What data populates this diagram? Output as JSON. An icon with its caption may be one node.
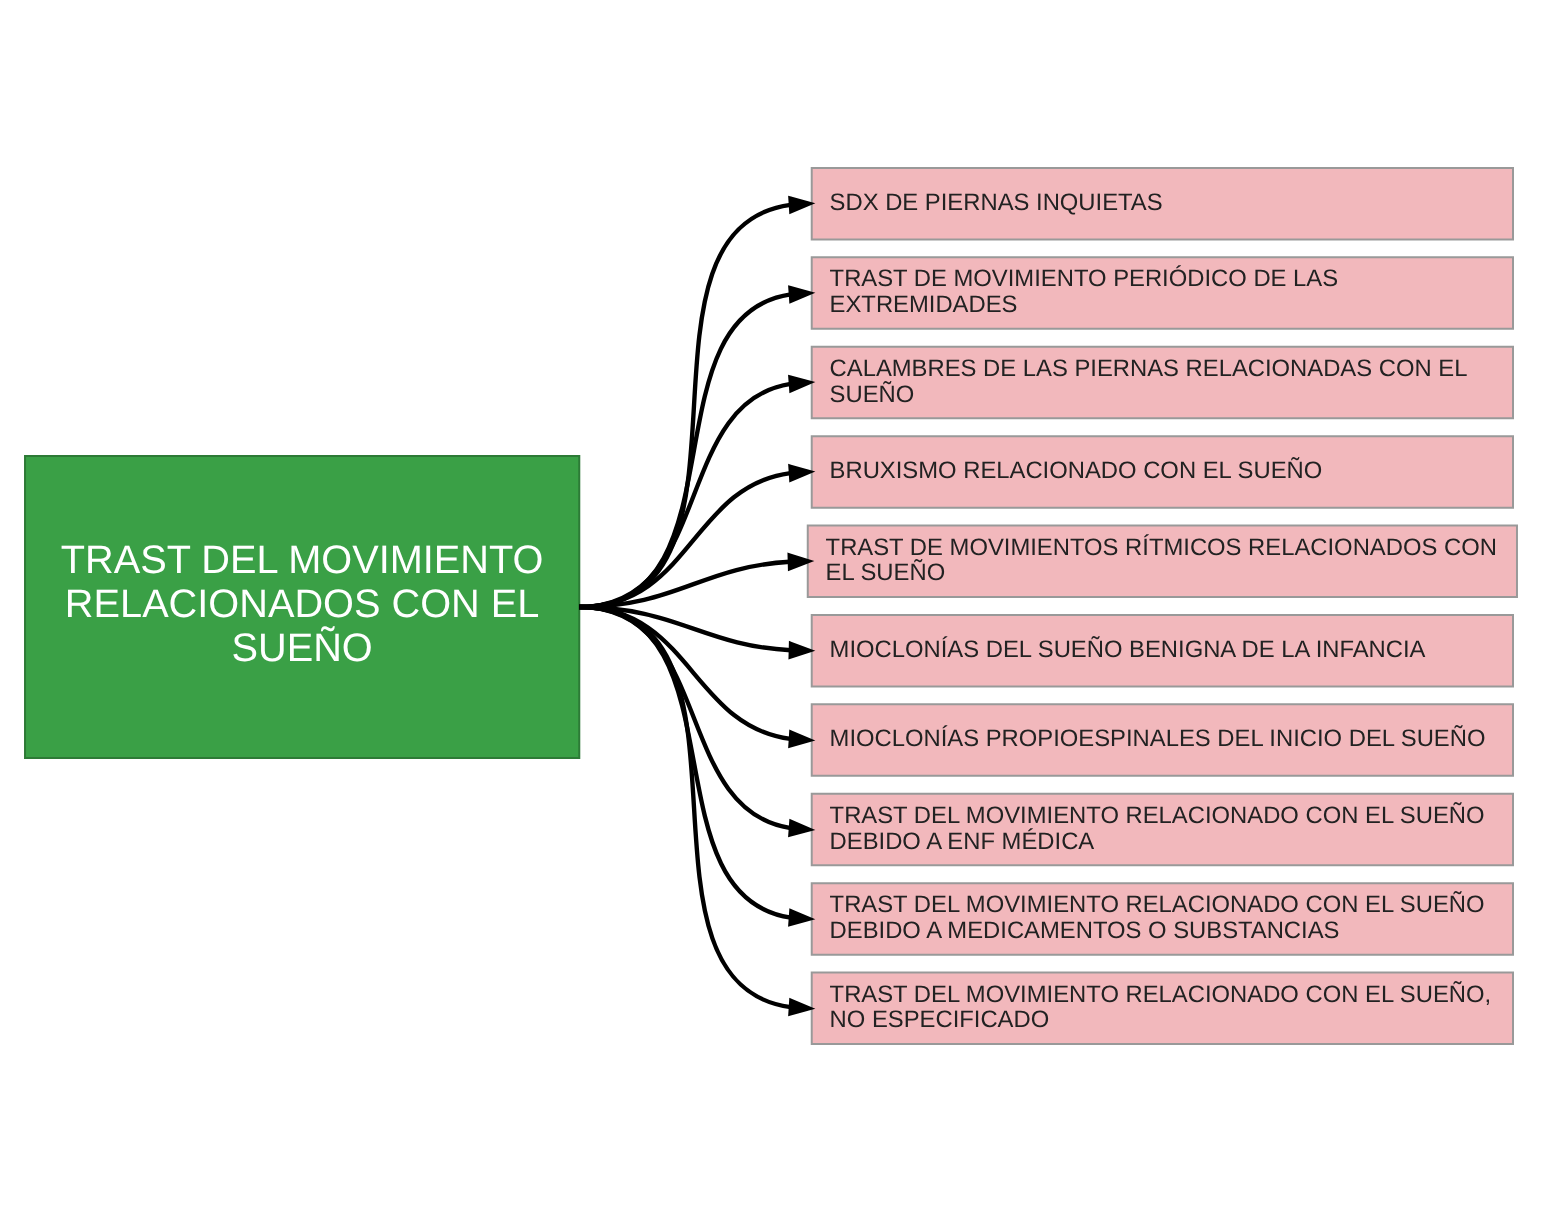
{
  "diagram": {
    "nodes": [
      {
        "text": [
          "TRAST DEL MOVIMIENTO RELACIONADOS CON EL SUEÑO"
        ]
      },
      {
        "text": [
          "SDX DE PIERNAS INQUIETAS"
        ]
      },
      {
        "text": [
          "TRAST DE MOVIMIENTO PERIÓDICO DE LAS EXTREMIDADES"
        ]
      },
      {
        "text": [
          "CALAMBRES DE LAS PIERNAS RELACIONADAS CON EL SUEÑO"
        ]
      },
      {
        "text": [
          "BRUXISMO RELACIONADO CON EL SUEÑO"
        ]
      },
      {
        "text": [
          "TRAST DE MOVIMIENTOS RÍTMICOS RELACIONADOS CON EL SUEÑO"
        ]
      },
      {
        "text": [
          "MIOCLONÍAS DEL SUEÑO BENIGNA DE LA INFANCIA"
        ]
      },
      {
        "text": [
          "MIOCLONÍAS PROPIOESPINALES DEL INICIO DEL SUEÑO"
        ]
      },
      {
        "text": [
          "TRAST DEL MOVIMIENTO RELACIONADO CON EL SUEÑO DEBIDO A ENF MÉDICA"
        ]
      },
      {
        "text": [
          "TRAST DEL MOVIMIENTO RELACIONADO CON EL SUEÑO DEBIDO A MEDICAMENTOS O SUBSTANCIAS"
        ]
      },
      {
        "text": [
          "TRAST DEL MOVIMIENTO RELACIONADO CON EL SUEÑO, NO ESPECIFICADO"
        ]
      }
    ],
    "edges": [
      {
        "from": 0,
        "to": 1,
        "arrow": "to"
      },
      {
        "from": 0,
        "to": 2,
        "arrow": "to"
      },
      {
        "from": 0,
        "to": 3,
        "arrow": "to"
      },
      {
        "from": 0,
        "to": 4,
        "arrow": "to"
      },
      {
        "from": 0,
        "to": 5,
        "arrow": "to"
      },
      {
        "from": 0,
        "to": 6,
        "arrow": "to"
      },
      {
        "from": 0,
        "to": 7,
        "arrow": "to"
      },
      {
        "from": 0,
        "to": 8,
        "arrow": "to"
      },
      {
        "from": 0,
        "to": 9,
        "arrow": "to"
      },
      {
        "from": 0,
        "to": 10,
        "arrow": "to"
      }
    ]
  }
}
